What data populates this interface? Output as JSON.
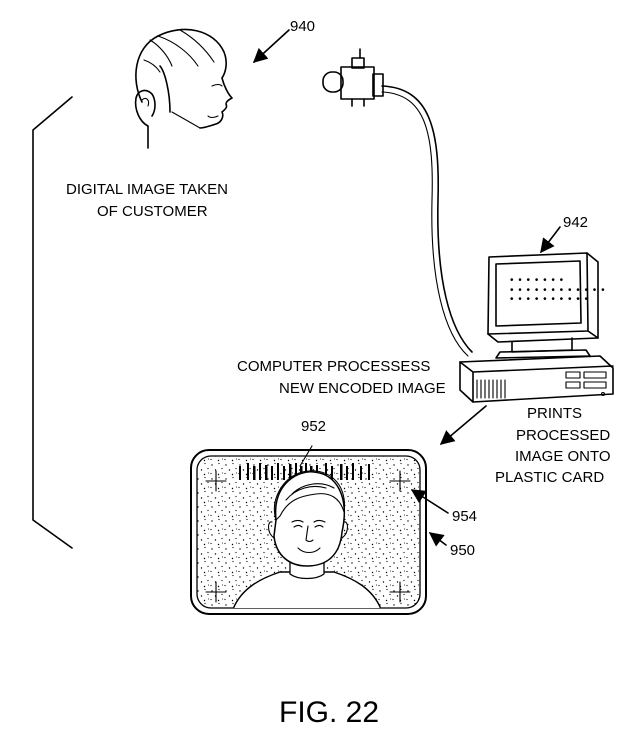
{
  "labels": {
    "customer_line1": "DIGITAL IMAGE TAKEN",
    "customer_line2": "OF CUSTOMER",
    "computer_line1": "COMPUTER PROCESSESS",
    "computer_line2": "NEW ENCODED IMAGE",
    "prints_line1": "PRINTS",
    "prints_line2": "PROCESSED",
    "prints_line3": "IMAGE ONTO",
    "prints_line4": "PLASTIC CARD"
  },
  "refs": {
    "customer": "940",
    "computer": "942",
    "card_code": "952",
    "card_mark": "954",
    "card": "950"
  },
  "caption": "FIG. 22"
}
